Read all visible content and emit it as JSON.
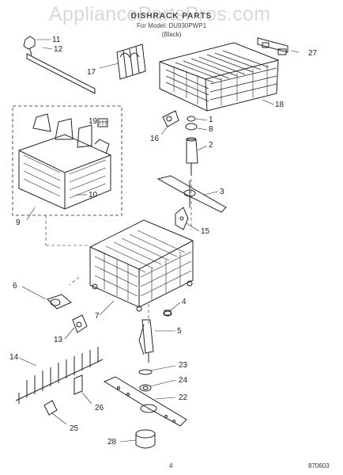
{
  "watermark": "AppliancePartsPros.com",
  "header": {
    "title": "DISHRACK PARTS",
    "model_line": "For Model: DU930PWP1",
    "color_line": "(Black)"
  },
  "callouts": [
    "1",
    "2",
    "3",
    "4",
    "5",
    "6",
    "7",
    "8",
    "9",
    "10",
    "11",
    "12",
    "13",
    "14",
    "15",
    "16",
    "17",
    "18",
    "19",
    "22",
    "23",
    "24",
    "25",
    "26",
    "27",
    "28"
  ],
  "footer": {
    "page_number": "4",
    "figure_code": "870603"
  }
}
